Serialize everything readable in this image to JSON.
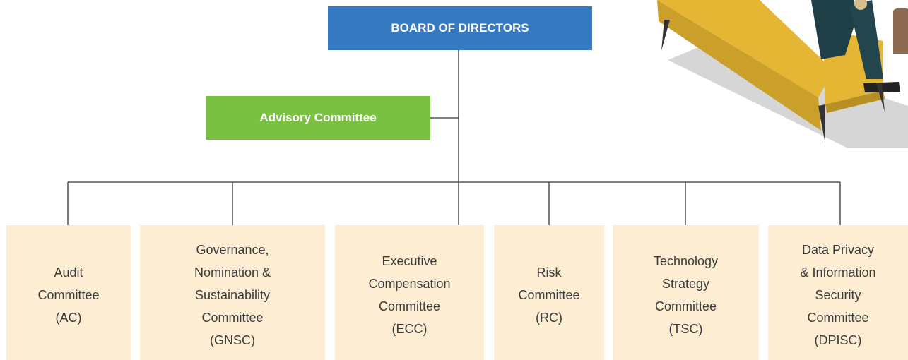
{
  "board": {
    "label": "BOARD OF DIRECTORS"
  },
  "advisory": {
    "label": "Advisory Committee"
  },
  "committees": [
    {
      "lines": [
        "Audit",
        "Committee",
        "(AC)"
      ]
    },
    {
      "lines": [
        "Governance,",
        "Nomination &",
        "Sustainability",
        "Committee",
        "(GNSC)"
      ]
    },
    {
      "lines": [
        "Executive",
        "Compensation",
        "Committee",
        "(ECC)"
      ]
    },
    {
      "lines": [
        "Risk",
        "Committee",
        "(RC)"
      ]
    },
    {
      "lines": [
        "Technology",
        "Strategy",
        "Committee",
        "(TSC)"
      ]
    },
    {
      "lines": [
        "Data Privacy",
        "& Information",
        "Security",
        "Committee",
        "(DPISC)"
      ]
    }
  ],
  "colors": {
    "board": "#3579c1",
    "advisory": "#7ac143",
    "committee_fill": "#fdeed3",
    "connector": "#333333"
  },
  "illustration": {
    "icon": "person-on-sofa-illustration"
  }
}
